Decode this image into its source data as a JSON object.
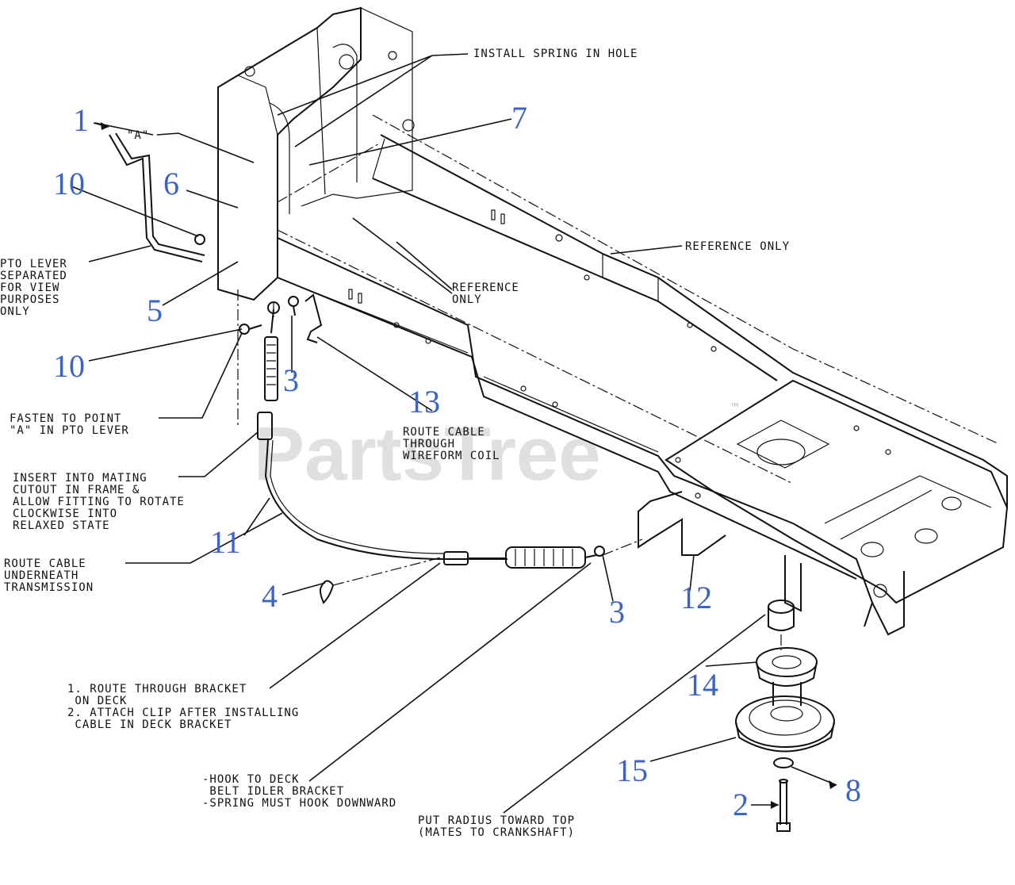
{
  "watermark": {
    "text": "PartsTree",
    "tm": "™"
  },
  "callouts": [
    {
      "id": "c1",
      "text": "1"
    },
    {
      "id": "c10a",
      "text": "10"
    },
    {
      "id": "c6",
      "text": "6"
    },
    {
      "id": "c5",
      "text": "5"
    },
    {
      "id": "c10b",
      "text": "10"
    },
    {
      "id": "c3a",
      "text": "3"
    },
    {
      "id": "c7",
      "text": "7"
    },
    {
      "id": "c13",
      "text": "13"
    },
    {
      "id": "c11",
      "text": "11"
    },
    {
      "id": "c4",
      "text": "4"
    },
    {
      "id": "c3b",
      "text": "3"
    },
    {
      "id": "c12",
      "text": "12"
    },
    {
      "id": "c14",
      "text": "14"
    },
    {
      "id": "c15",
      "text": "15"
    },
    {
      "id": "c2",
      "text": "2"
    },
    {
      "id": "c8",
      "text": "8"
    }
  ],
  "notes": {
    "install_spring": [
      "INSTALL SPRING IN HOLE"
    ],
    "label_a": [
      "\"A\""
    ],
    "reference_only_top": [
      "REFERENCE ONLY"
    ],
    "reference_only_mid": [
      "REFERENCE",
      "ONLY"
    ],
    "pto_lever": [
      "PTO LEVER",
      "SEPARATED",
      "FOR VIEW",
      "PURPOSES",
      "ONLY"
    ],
    "fasten": [
      "FASTEN TO POINT",
      "\"A\" IN PTO LEVER"
    ],
    "route_wireform": [
      "ROUTE CABLE",
      "THROUGH",
      "WIREFORM COIL"
    ],
    "insert": [
      "INSERT INTO MATING",
      "CUTOUT IN FRAME &",
      "ALLOW FITTING TO ROTATE",
      "CLOCKWISE INTO",
      "RELAXED STATE"
    ],
    "route_under": [
      "ROUTE CABLE",
      "UNDERNEATH",
      "TRANSMISSION"
    ],
    "route_bracket": [
      "1. ROUTE THROUGH BRACKET",
      "   ON DECK",
      "2. ATTACH CLIP AFTER INSTALLING",
      "   CABLE IN DECK BRACKET"
    ],
    "hook": [
      "-HOOK TO DECK",
      " BELT IDLER BRACKET",
      "-SPRING MUST HOOK DOWNWARD"
    ],
    "radius": [
      "PUT RADIUS TOWARD TOP",
      "(MATES TO CRANKSHAFT)"
    ]
  }
}
